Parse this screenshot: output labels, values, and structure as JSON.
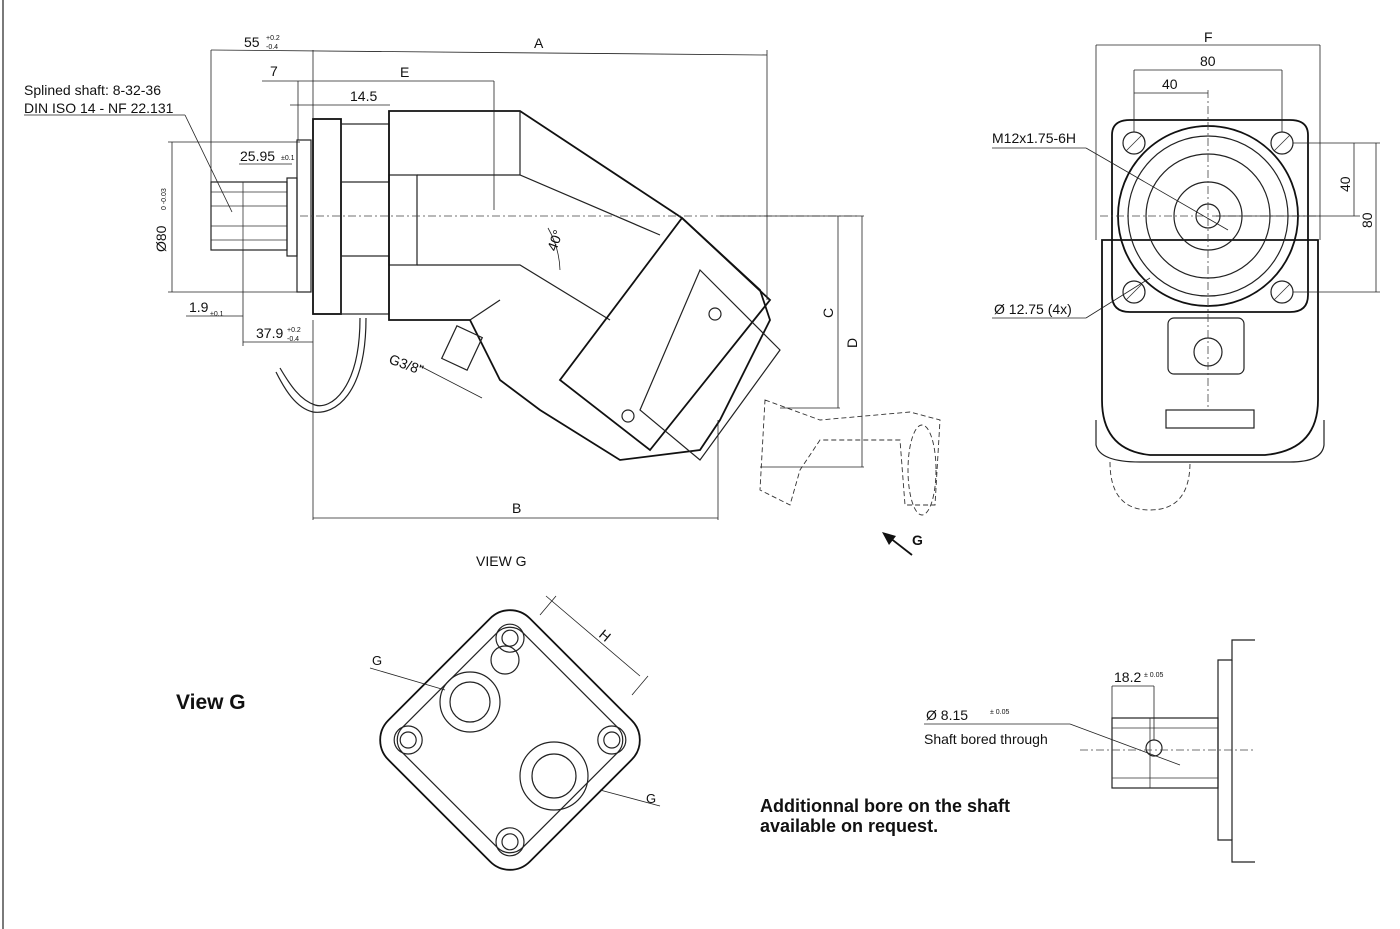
{
  "labels": {
    "spline": [
      "Splined shaft: 8-32-36",
      "DIN ISO 14 - NF 22.131"
    ],
    "dim_55": "55",
    "dim_55_tol_up": "+0.2",
    "dim_55_tol_dn": "-0.4",
    "dim_A": "A",
    "dim_7": "7",
    "dim_E": "E",
    "dim_14_5": "14.5",
    "dim_25_95": "25.95",
    "dim_25_95_tol": "±0.1",
    "dim_phi80": "Ø80",
    "dim_phi80_tol": "0 -0.03",
    "dim_1_9": "1.9",
    "dim_1_9_tol": "±0.1",
    "dim_37_9": "37.9",
    "dim_37_9_tol_up": "+0.2",
    "dim_37_9_tol_dn": "-0.4",
    "port_thread": "G3/8\"",
    "angle_40": "40°",
    "dim_C": "C",
    "dim_D": "D",
    "dim_B": "B",
    "arrow_G": "G",
    "view_g_title": "VIEW G",
    "view_g_heading": "View G",
    "dim_H": "H",
    "port_g_1": "G",
    "port_g_2": "G",
    "dim_F": "F",
    "dim_80_top": "80",
    "dim_40_top": "40",
    "thread_m12": "M12x1.75-6H",
    "dim_40_side": "40",
    "dim_80_side": "80",
    "hole_dia": "Ø 12.75 (4x)",
    "dim_18_2": "18.2",
    "dim_18_2_tol": "± 0.05",
    "bore_dia": "Ø 8.15",
    "bore_tol": "± 0.05",
    "bore_text": "Shaft bored through",
    "note_line1": "Additionnal bore on the shaft",
    "note_line2": "available on request."
  }
}
